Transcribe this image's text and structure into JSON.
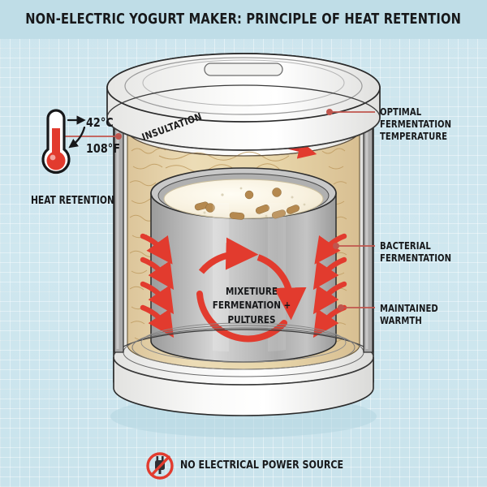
{
  "header": {
    "title": "NON-ELECTRIC YOGURT MAKER: PRINCIPLE OF HEAT RETENTION"
  },
  "colors": {
    "background": "#cfe6ee",
    "title_band": "#bfdde7",
    "accent_red": "#e23b2e",
    "leader_line": "#c0564e",
    "insulation": "#e8d7ab",
    "insulation_texture": "#c9a96a",
    "shell_white": "#f4f4f2",
    "inner_metal": "#b3b3b3",
    "yogurt_cream": "#f7f1e0",
    "culture_brown": "#b08a58",
    "ink": "#17181a"
  },
  "thermometer": {
    "icon": "thermometer-icon",
    "celsius": "42°C",
    "fahrenheit": "108°F",
    "caption": "HEAT RETENTION"
  },
  "callouts": [
    {
      "id": "optimal-fermentation-temperature",
      "label": "OPTIMAL FERMENTATION\nTEMPERATURE"
    },
    {
      "id": "bacterial-fermentation",
      "label": "BACTERIAL\nFERMENTATION"
    },
    {
      "id": "maintained-warmth",
      "label": "MAINTAINED WARMTH"
    }
  ],
  "diagram": {
    "insulation_label": "INSULTATION",
    "center_label": "MIXETIURE\nFERMENATION +\nPULTURES",
    "lid_handle": "lid-handle-slot"
  },
  "footer": {
    "icon": "no-power-icon",
    "label": "NO ELECTRICAL POWER SOURCE"
  }
}
